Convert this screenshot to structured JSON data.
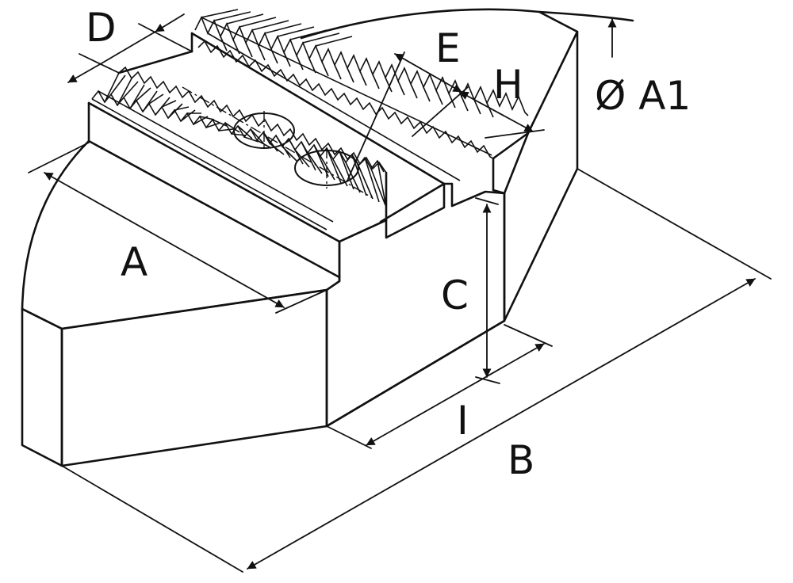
{
  "diagram": {
    "labels": {
      "A": "A",
      "A1": "Ø A1",
      "B": "B",
      "C": "C",
      "D": "D",
      "E": "E",
      "H": "H",
      "I": "I"
    },
    "colors": {
      "ink": "#111111",
      "background": "#ffffff"
    }
  }
}
